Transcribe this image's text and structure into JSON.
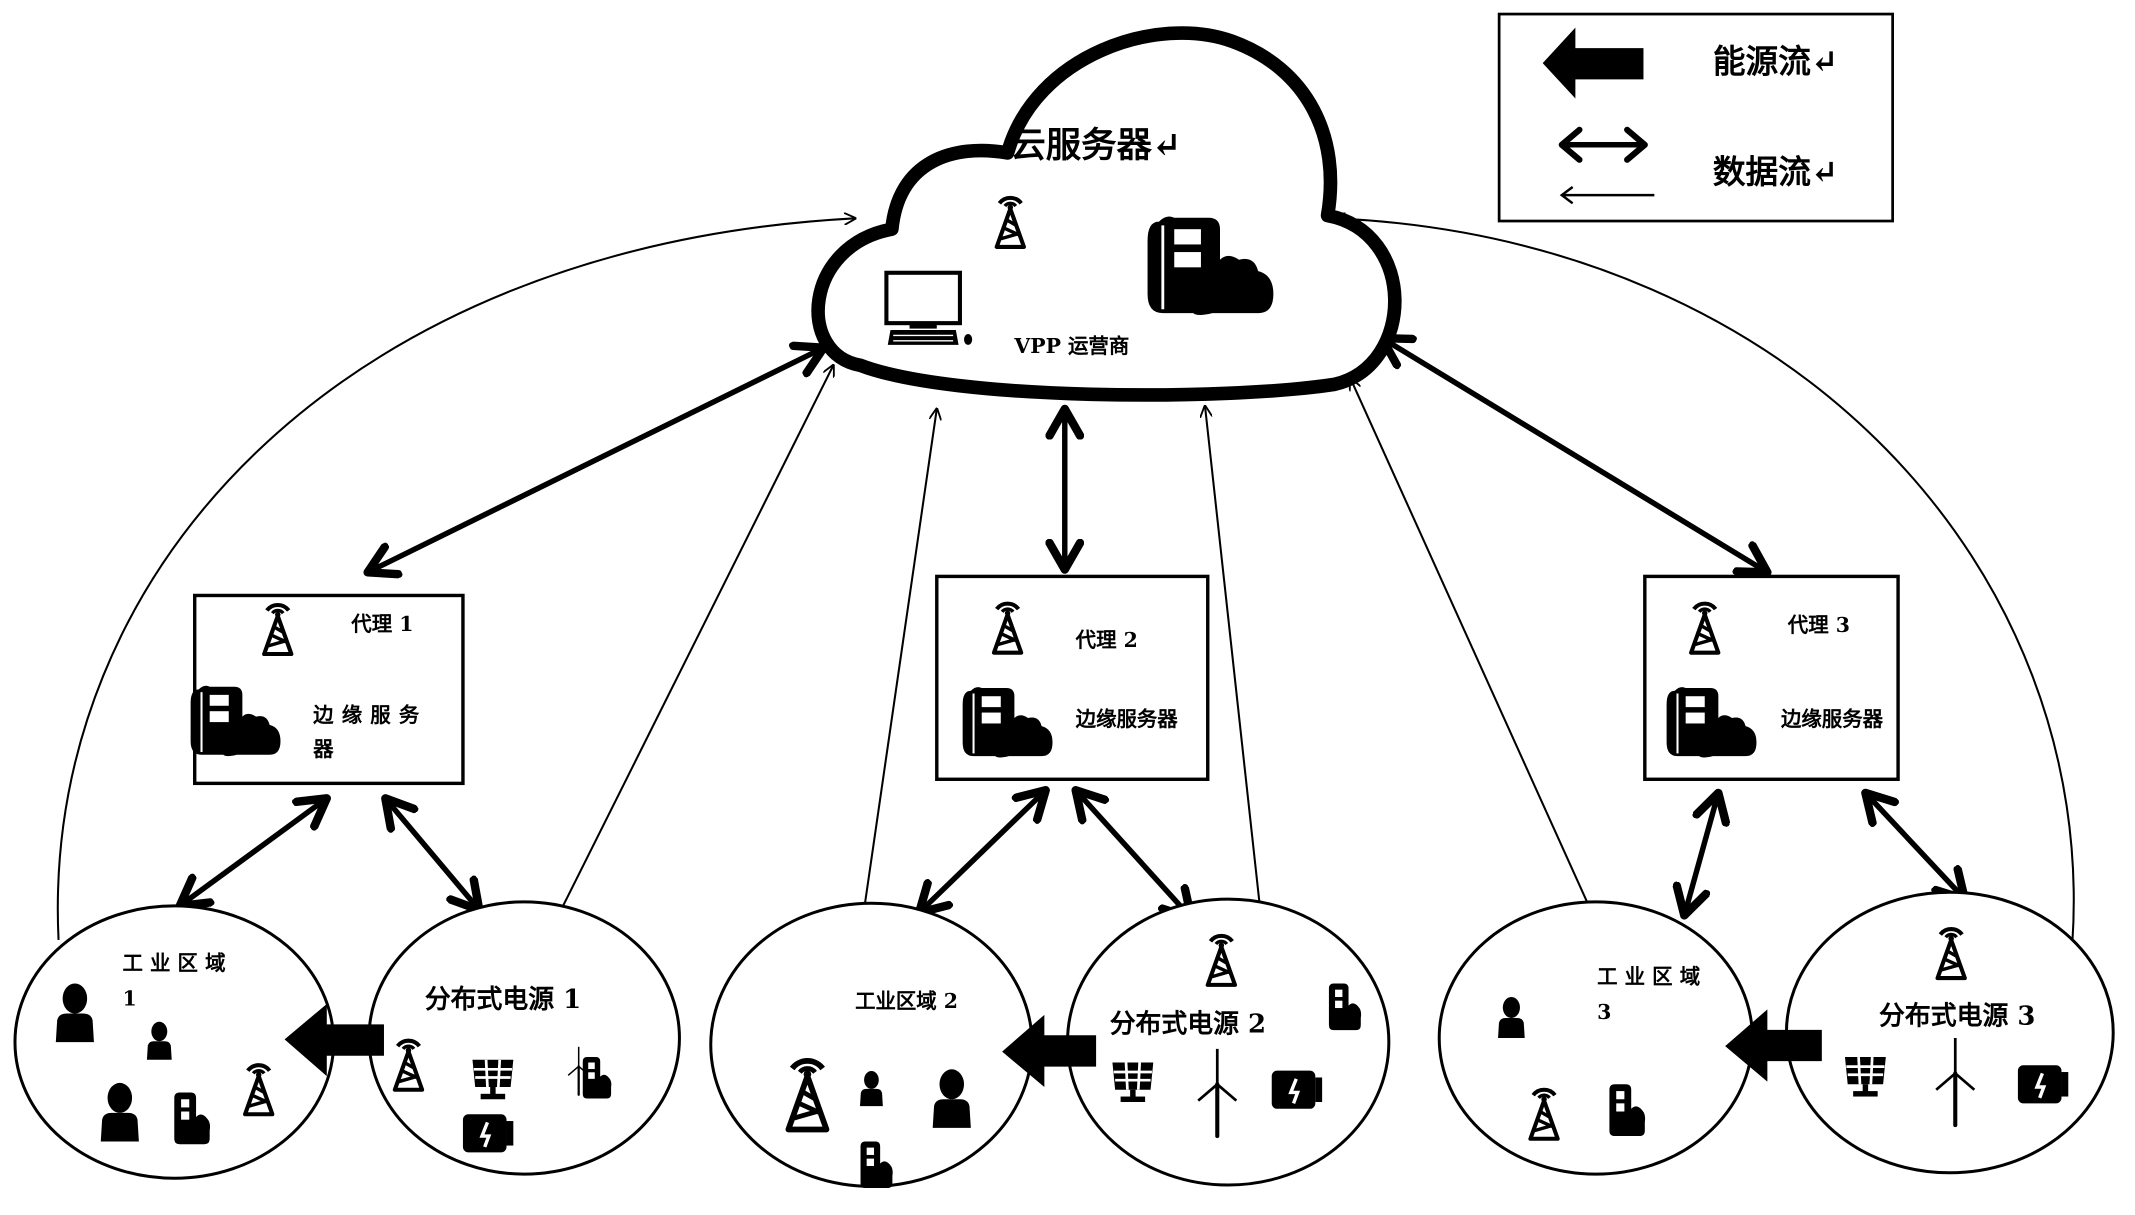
{
  "legend": {
    "energy_flow_label": "能源流↵",
    "data_flow_label": "数据流↵",
    "energy_flow_icon": "thick-left-arrow",
    "data_flow_icons": [
      "double-headed-arrow",
      "thin-left-arrow"
    ]
  },
  "cloud": {
    "title": "云服务器↵",
    "operator_label": "VPP 运营商",
    "icons": [
      "antenna-tower",
      "desktop-computer",
      "server-cloud"
    ]
  },
  "agents": [
    {
      "title": "代理 1",
      "edge_label_line1": "边缘服务",
      "edge_label_line2": "器",
      "icons": [
        "antenna-tower",
        "edge-server"
      ]
    },
    {
      "title": "代理 2",
      "edge_label_line1": "边缘服务器",
      "edge_label_line2": "",
      "icons": [
        "antenna-tower",
        "edge-server"
      ]
    },
    {
      "title": "代理 3",
      "edge_label_line1": "边缘服务器",
      "edge_label_line2": "",
      "icons": [
        "antenna-tower",
        "edge-server"
      ]
    }
  ],
  "industrial_areas": [
    {
      "label_line1": "工 业 区 域",
      "label_line2": "1",
      "icons": [
        "person",
        "person",
        "person",
        "smart-meter",
        "antenna-tower"
      ]
    },
    {
      "label_line1": "工业区域 2",
      "label_line2": "",
      "icons": [
        "antenna-tower",
        "person",
        "person",
        "smart-meter"
      ]
    },
    {
      "label_line1": "工 业 区 域",
      "label_line2": "3",
      "icons": [
        "person",
        "antenna-tower",
        "smart-meter"
      ]
    }
  ],
  "distributed_sources": [
    {
      "label": "分布式电源 1",
      "icons": [
        "antenna-tower",
        "solar-panel",
        "wind-turbine",
        "smart-meter",
        "battery"
      ]
    },
    {
      "label": "分布式电源 2",
      "icons": [
        "antenna-tower",
        "smart-meter",
        "solar-panel",
        "wind-turbine",
        "battery"
      ]
    },
    {
      "label": "分布式电源 3",
      "icons": [
        "antenna-tower",
        "solar-panel",
        "wind-turbine",
        "battery"
      ]
    }
  ],
  "connections": {
    "cloud_to_agents": "bidirectional data flow",
    "agents_to_areas": "bidirectional data flow",
    "areas_to_cloud": "one-way data flow",
    "sources_to_areas": "energy flow"
  }
}
